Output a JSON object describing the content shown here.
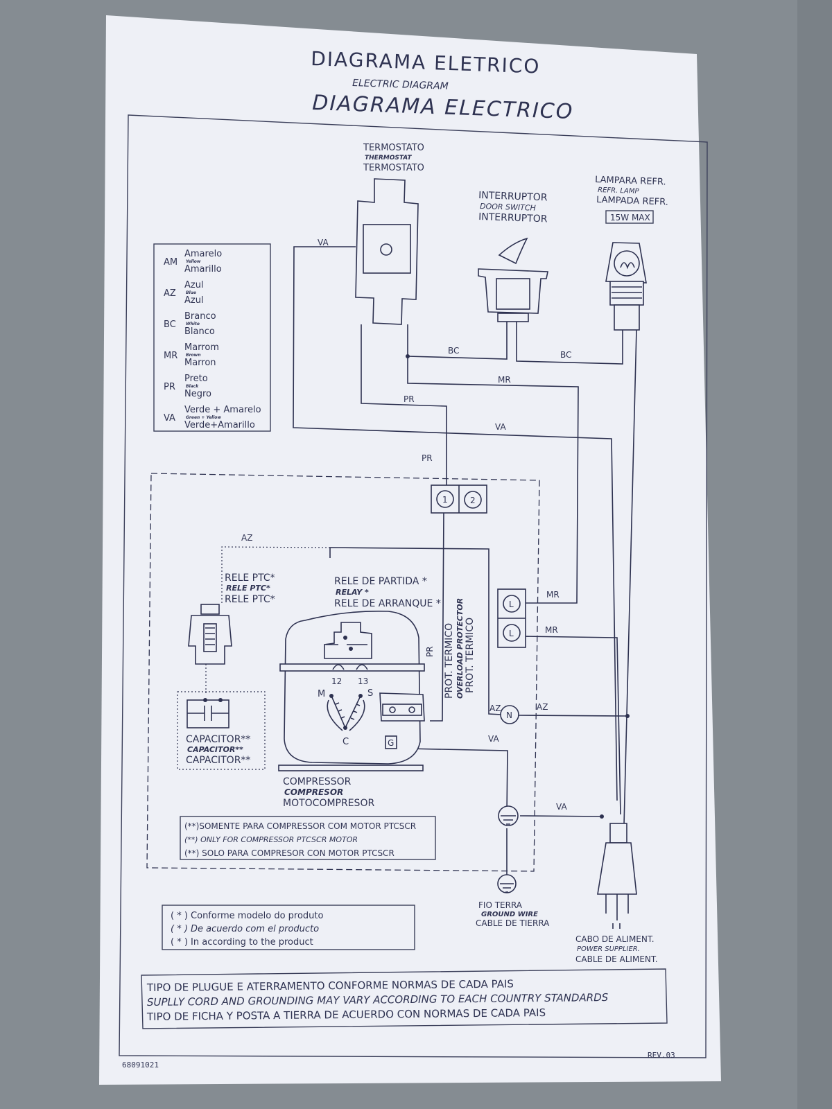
{
  "title": {
    "pt": "DIAGRAMA ELETRICO",
    "en": "ELECTRIC DIAGRAM",
    "es": "DIAGRAMA ELECTRICO"
  },
  "thermostat": {
    "pt": "TERMOSTATO",
    "en": "THERMOSTAT",
    "es": "TERMOSTATO"
  },
  "door_switch": {
    "pt": "INTERRUPTOR",
    "en": "DOOR SWITCH",
    "es": "INTERRUPTOR"
  },
  "lamp": {
    "es": "LAMPARA REFR.",
    "en": "REFR. LAMP",
    "pt": "LAMPADA REFR.",
    "rating": "15W MAX"
  },
  "color_legend": [
    {
      "code": "AM",
      "pt": "Amarelo",
      "en": "Yellow",
      "es": "Amarillo"
    },
    {
      "code": "AZ",
      "pt": "Azul",
      "en": "Blue",
      "es": "Azul"
    },
    {
      "code": "BC",
      "pt": "Branco",
      "en": "White",
      "es": "Blanco"
    },
    {
      "code": "MR",
      "pt": "Marrom",
      "en": "Brown",
      "es": "Marron"
    },
    {
      "code": "PR",
      "pt": "Preto",
      "en": "Black",
      "es": "Negro"
    },
    {
      "code": "VA",
      "pt": "Verde + Amarelo",
      "en": "Green + Yellow",
      "es": "Verde+Amarillo"
    }
  ],
  "wire_labels": {
    "va": "VA",
    "bc": "BC",
    "mr": "MR",
    "pr": "PR",
    "az": "AZ"
  },
  "terminals": {
    "t1": "1",
    "t2": "2",
    "l": "L",
    "n": "N",
    "g": "G"
  },
  "ptc_relay": {
    "pt": "RELE PTC*",
    "en": "RELE PTC*",
    "es": "RELE PTC*"
  },
  "start_relay": {
    "pt": "RELE DE PARTIDA *",
    "en": "RELAY *",
    "es": "RELE DE ARRANQUE *"
  },
  "overload": {
    "pt": "PROT. TERMICO",
    "en": "OVERLOAD PROTECTOR",
    "es": "PROT. TERMICO"
  },
  "relay_pins": {
    "p12": "12",
    "p13": "13"
  },
  "motor_pins": {
    "m": "M",
    "s": "S",
    "c": "C"
  },
  "capacitor": {
    "pt": "CAPACITOR**",
    "en": "CAPACITOR**",
    "es": "CAPACITOR**"
  },
  "compressor": {
    "pt": "COMPRESSOR",
    "en": "COMPRESOR",
    "es": "MOTOCOMPRESOR"
  },
  "ptcscr_note": [
    "(**)SOMENTE PARA COMPRESSOR COM MOTOR PTCSCR",
    "(**) ONLY FOR COMPRESSOR PTCSCR MOTOR",
    "(**) SOLO PARA COMPRESOR CON MOTOR PTCSCR"
  ],
  "model_note": [
    "( * ) Conforme modelo do produto",
    "( * ) De acuerdo com el producto",
    "( * ) In according to the product"
  ],
  "ground_wire": {
    "pt": "FIO TERRA",
    "en": "GROUND WIRE",
    "es": "CABLE DE TIERRA"
  },
  "power_cord": {
    "pt": "CABO DE ALIMENT.",
    "en": "POWER SUPPLIER.",
    "es": "CABLE DE ALIMENT."
  },
  "standards_note": [
    "TIPO DE PLUGUE E ATERRAMENTO CONFORME NORMAS DE CADA PAIS",
    "SUPLLY CORD AND GROUNDING MAY VARY ACCORDING TO EACH COUNTRY STANDARDS",
    "TIPO DE FICHA Y POSTA A TIERRA DE ACUERDO CON NORMAS DE CADA PAIS"
  ],
  "footer": {
    "code": "68091021",
    "revision": "REV.03"
  }
}
